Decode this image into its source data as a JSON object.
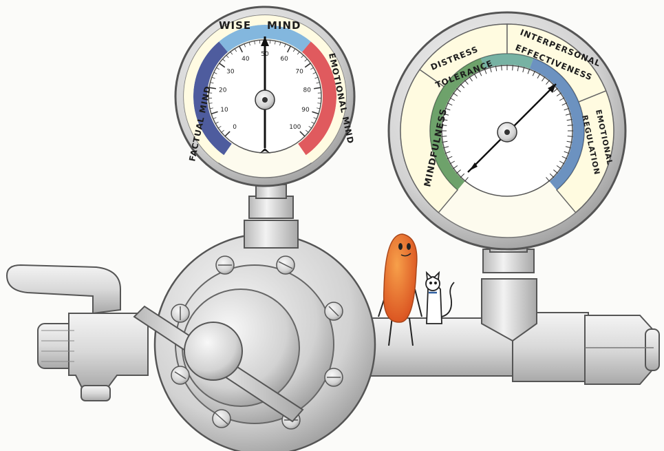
{
  "left_gauge": {
    "top_label_1": "WISE",
    "top_label_2": "MIND",
    "left_label": "FACTUAL MIND",
    "right_label": "EMOTIONAL MIND",
    "scale_labels": [
      "0",
      "10",
      "20",
      "30",
      "40",
      "50",
      "60",
      "70",
      "80",
      "90",
      "100"
    ],
    "needle_value": 50,
    "colors": {
      "factual": "#2f3f8f",
      "wise": "#5aa0d8",
      "emotional": "#d8323a",
      "face": "#fffbe0"
    }
  },
  "right_gauge": {
    "labels": {
      "mindfulness": "MINDFULNESS",
      "distress_1": "DISTRESS",
      "distress_2": "TOLERANCE",
      "interpersonal_1": "INTERPERSONAL",
      "interpersonal_2": "EFFECTIVENESS",
      "emotional_1": "EMOTIONAL",
      "emotional_2": "REGULATION"
    },
    "colors": {
      "band_green": "#4a8c4a",
      "band_blue": "#3b6fb0",
      "face": "#fffbe0"
    }
  },
  "characters": {
    "bean_color": "#e8652a",
    "cat_color": "#333333"
  }
}
